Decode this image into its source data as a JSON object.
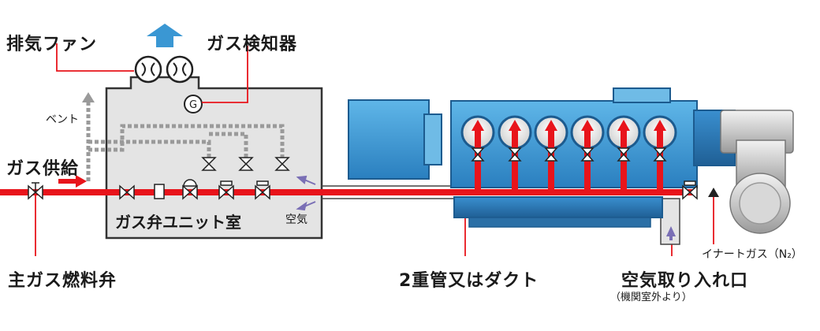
{
  "labels": {
    "exhaust_fan": "排気ファン",
    "gas_detector": "ガス検知器",
    "gas_detector_symbol": "G",
    "vent": "ベント",
    "gas_supply": "ガス供給",
    "gas_valve_unit_room": "ガス弁ユニット室",
    "air": "空気",
    "main_gas_fuel_valve": "主ガス燃料弁",
    "double_pipe_or_duct": "2重管又はダクト",
    "air_intake": "空気取り入れ口",
    "air_intake_note": "（機関室外より）",
    "inert_gas": "イナートガス（N₂）"
  },
  "colors": {
    "gas_line": "#e8141b",
    "room_fill": "#e4e4e4",
    "room_stroke": "#333333",
    "engine_blue": "#3a97d3",
    "engine_dark": "#2a6fa6",
    "air_arrow": "#7a6fb5",
    "exhaust_arrow": "#3a97d3",
    "vent_dash": "#9a9a9a"
  },
  "cylinder_count": 6
}
